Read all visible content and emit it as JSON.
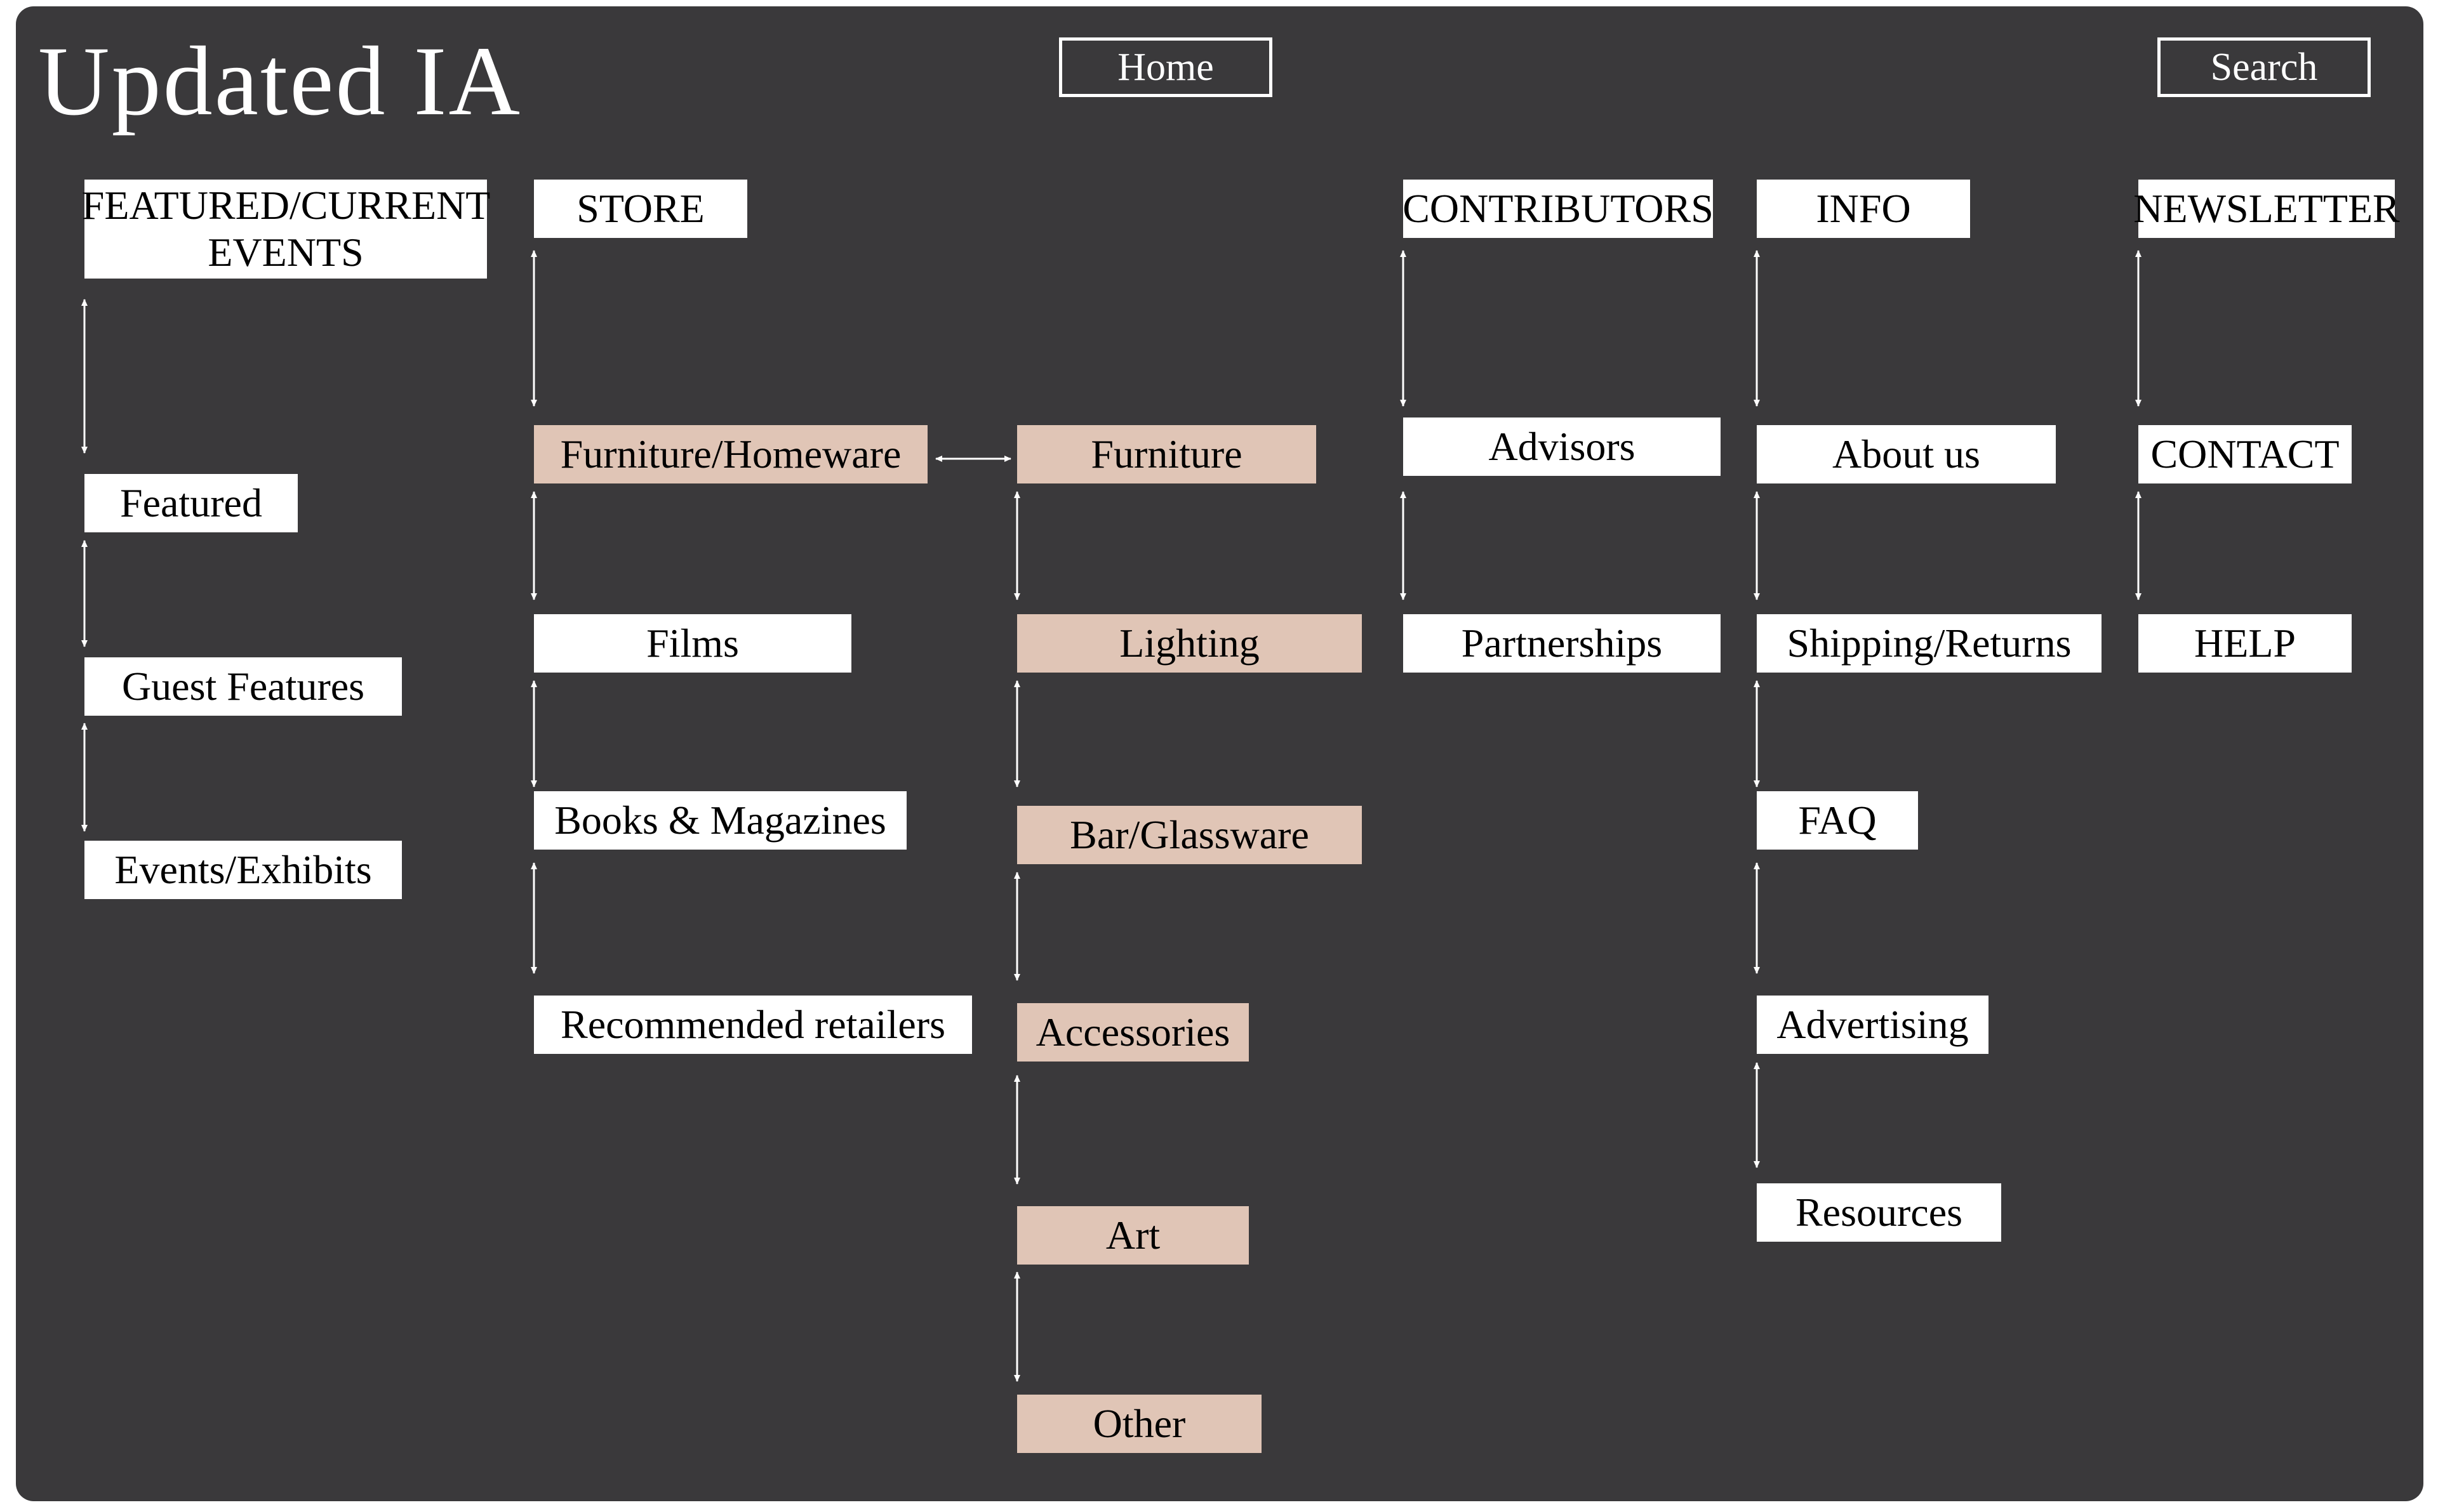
{
  "title": "Updated IA",
  "nav": {
    "home": "Home",
    "search": "Search"
  },
  "colors": {
    "background": "#3a393b",
    "node": "#ffffff",
    "store_sub": "#e0c5b6",
    "arrow": "#ffffff"
  },
  "columns": {
    "featured": {
      "header": "FEATURED/CURRENT EVENTS",
      "items": [
        "Featured",
        "Guest Features",
        "Events/Exhibits"
      ]
    },
    "store": {
      "header": "STORE",
      "items": [
        "Furniture/Homeware",
        "Films",
        "Books & Magazines",
        "Recommended retailers"
      ],
      "furniture_homeware": [
        "Furniture",
        "Lighting",
        "Bar/Glassware",
        "Accessories",
        "Art",
        "Other"
      ]
    },
    "contributors": {
      "header": "CONTRIBUTORS",
      "items": [
        "Advisors",
        "Partnerships"
      ]
    },
    "info": {
      "header": "INFO",
      "items": [
        "About us",
        "Shipping/Returns",
        "FAQ",
        "Advertising",
        "Resources"
      ]
    },
    "newsletter": {
      "header": "NEWSLETTER",
      "items": [
        "CONTACT",
        "HELP"
      ]
    }
  }
}
